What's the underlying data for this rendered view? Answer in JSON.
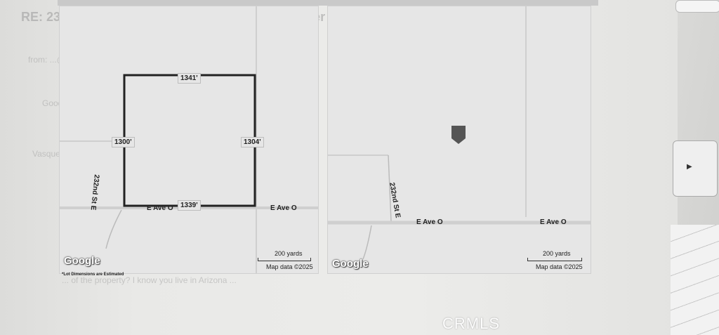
{
  "left_map": {
    "measurements": {
      "top": "1341'",
      "left": "1300'",
      "right": "1304'",
      "bottom": "1339'"
    },
    "road_main": "E Ave O",
    "road_right": "E Ave O",
    "road_side": "232nd St E",
    "scale": "200 yards",
    "attribution": "Map data ©2025",
    "logo": "Google",
    "note": "*Lot Dimensions are Estimated"
  },
  "right_map": {
    "road_left": "E Ave O",
    "road_right": "E Ave O",
    "road_side": "232nd St E",
    "scale": "200 yards",
    "attribution": "Map data ©2025",
    "logo": "Google"
  },
  "watermark": "CRMLS",
  "colors": {
    "boundary": "#222222",
    "map_bg": "#e6e6e6",
    "pin": "#555555"
  }
}
